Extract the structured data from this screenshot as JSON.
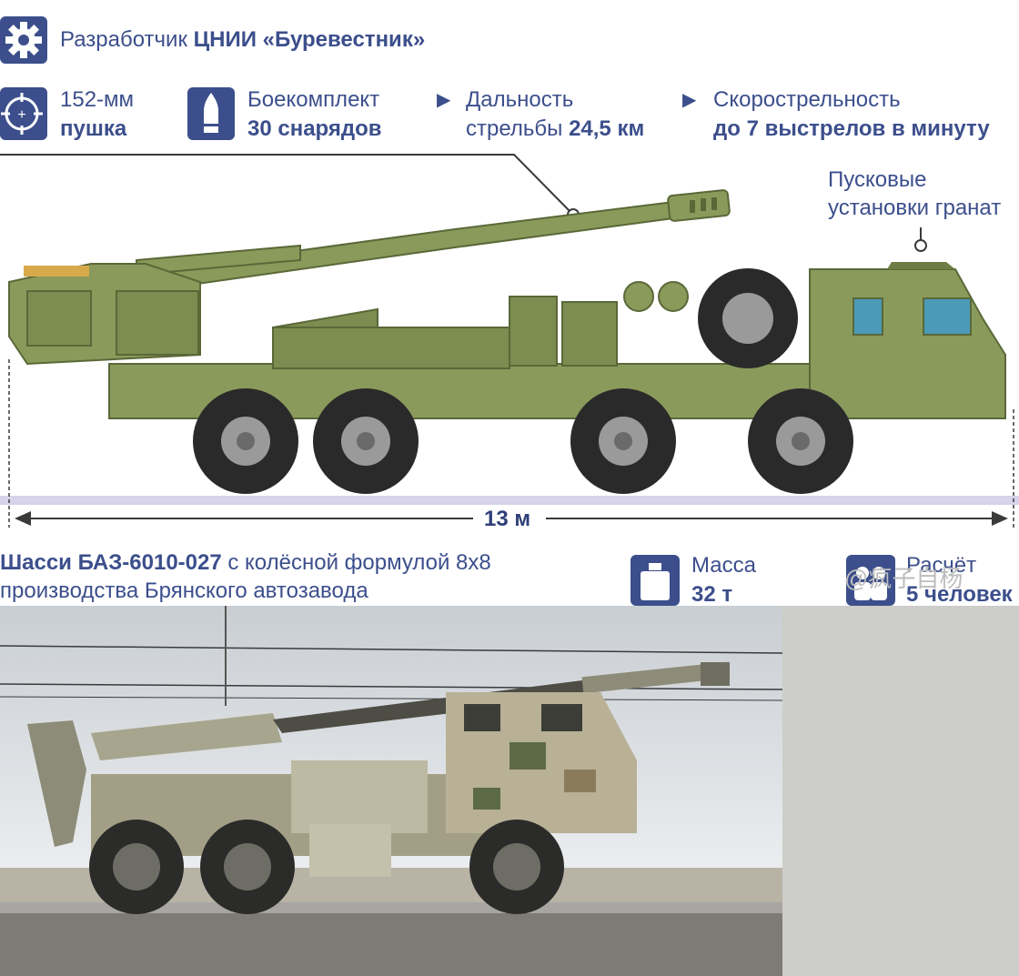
{
  "developer": {
    "label": "Разработчик",
    "name": "ЦНИИ «Буревестник»"
  },
  "specs": {
    "gun": {
      "line1": "152-мм",
      "line2": "пушка"
    },
    "ammo": {
      "line1": "Боекомплект",
      "line2": "30 снарядов"
    },
    "range": {
      "marker": "▶",
      "line1": "Дальность",
      "line2a": "стрельбы ",
      "line2b": "24,5 км"
    },
    "rate": {
      "marker": "▶",
      "line1": "Скорострельность",
      "line2": "до 7 выстрелов в минуту"
    }
  },
  "callout": {
    "line1": "Пусковые",
    "line2": "установки гранат"
  },
  "length": {
    "value": "13 м"
  },
  "chassis": {
    "line1a": "Шасси БАЗ-6010-027",
    "line1b": " с колёсной формулой 8х8",
    "line2": "производства Брянского автозавода"
  },
  "mass": {
    "label": "Масса",
    "value": "32 т"
  },
  "crew": {
    "label": "Расчёт",
    "value": "5 человек"
  },
  "watermark": {
    "text": "@疯子自杨"
  },
  "colors": {
    "text": "#3c4f8c",
    "olive": "#8a9a5b",
    "olive_dark": "#6e7d45",
    "tire": "#2a2a2a",
    "measure_band": "#d6d3ea"
  }
}
